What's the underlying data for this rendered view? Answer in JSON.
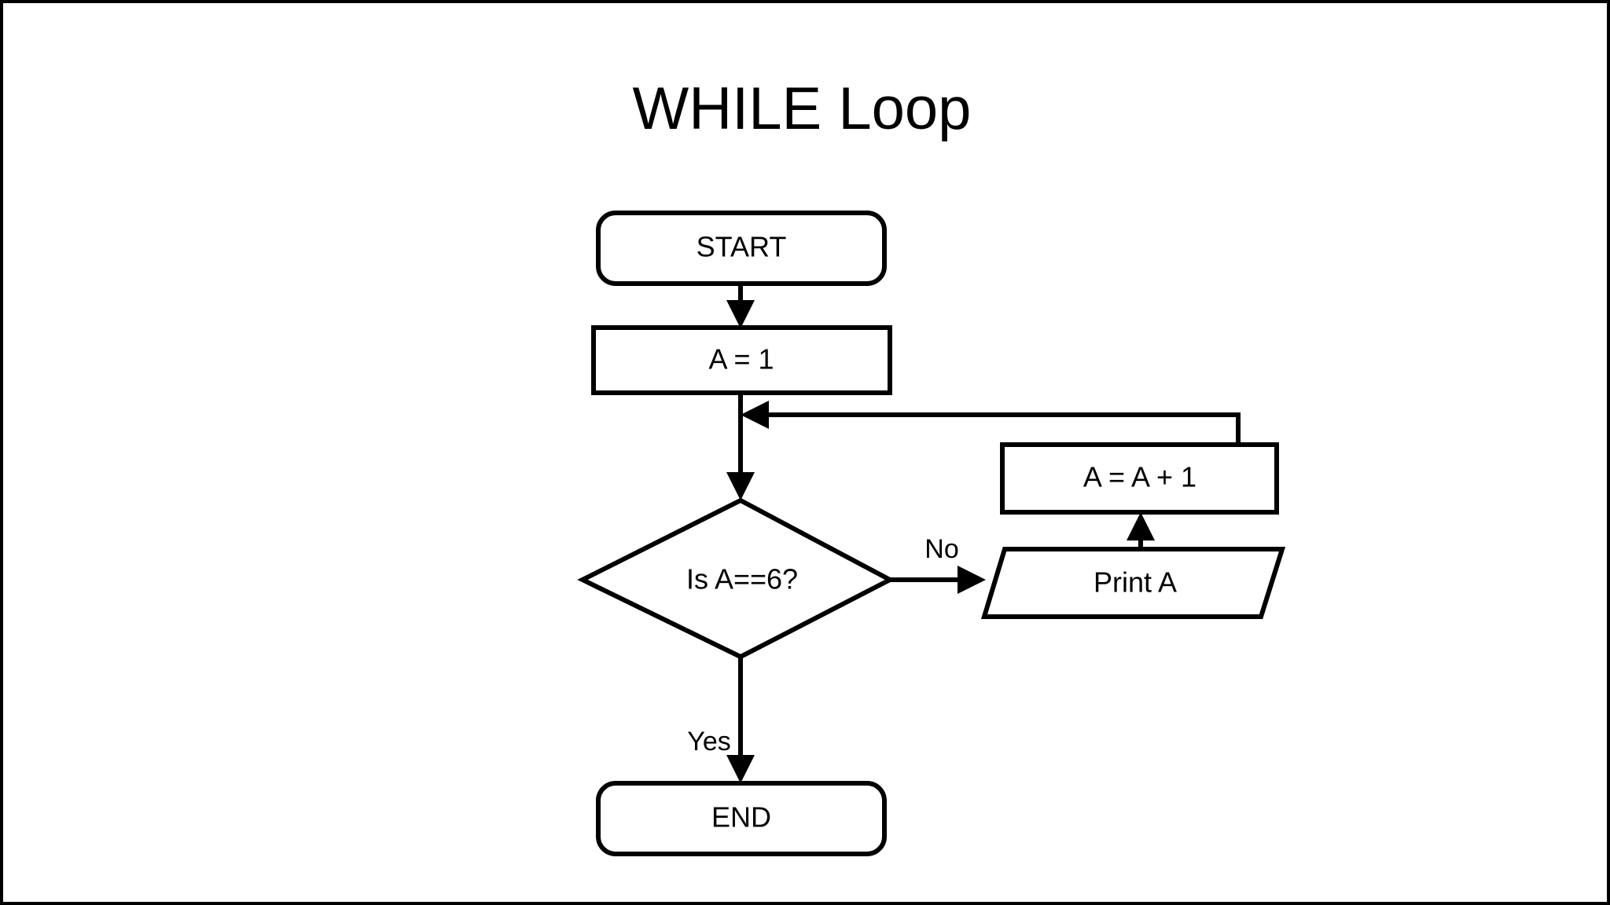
{
  "slide": {
    "title": "WHILE Loop",
    "background_color": "#ffffff",
    "border_color": "#000000",
    "ink_color": "#000000"
  },
  "diagram": {
    "type": "flowchart",
    "nodes": [
      {
        "id": "start",
        "label": "START",
        "shape": "terminator"
      },
      {
        "id": "init",
        "label": "A = 1",
        "shape": "process"
      },
      {
        "id": "decision",
        "label": "Is A==6?",
        "shape": "decision"
      },
      {
        "id": "print",
        "label": "Print A",
        "shape": "input-output"
      },
      {
        "id": "increment",
        "label": "A = A + 1",
        "shape": "process"
      },
      {
        "id": "end",
        "label": "END",
        "shape": "terminator"
      }
    ],
    "edges": [
      {
        "from": "start",
        "to": "init",
        "label": ""
      },
      {
        "from": "init",
        "to": "decision",
        "label": ""
      },
      {
        "from": "decision",
        "to": "print",
        "label": "No"
      },
      {
        "from": "print",
        "to": "increment",
        "label": ""
      },
      {
        "from": "increment",
        "to": "decision",
        "label": ""
      },
      {
        "from": "decision",
        "to": "end",
        "label": "Yes"
      }
    ],
    "edge_labels": {
      "no": "No",
      "yes": "Yes"
    }
  }
}
